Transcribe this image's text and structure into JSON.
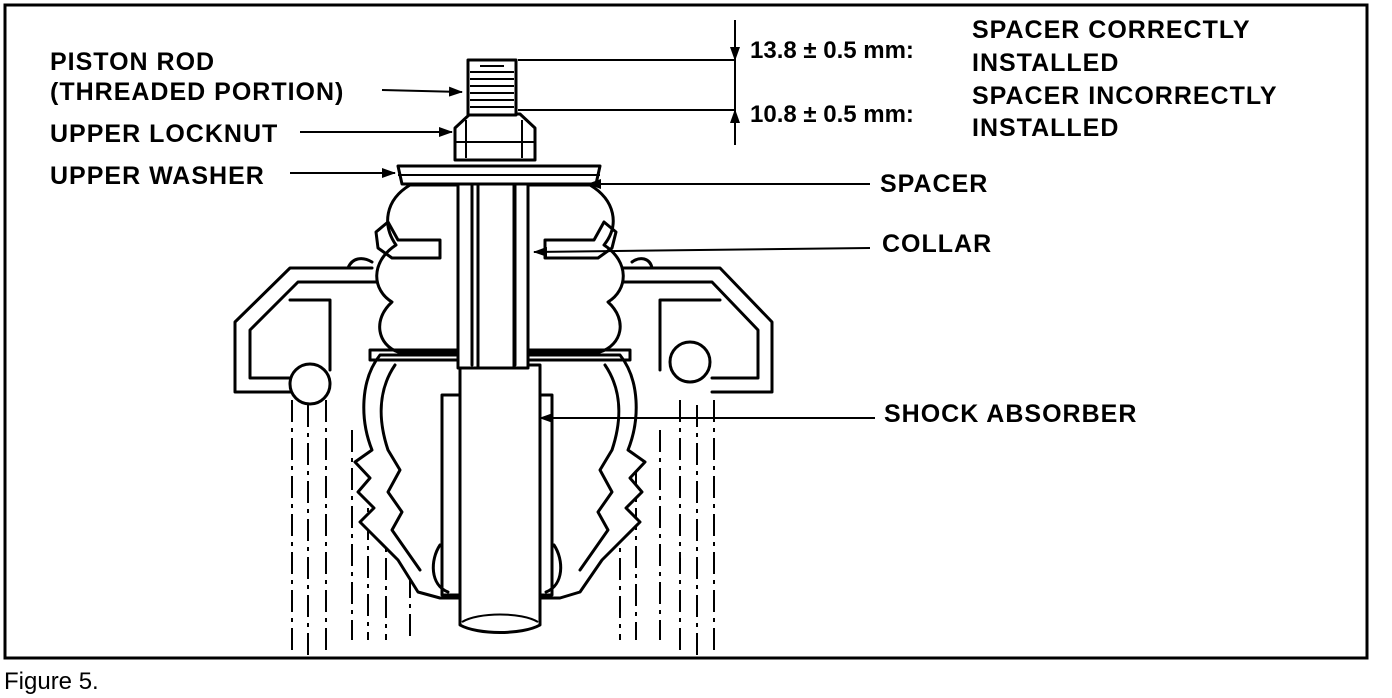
{
  "labels": {
    "piston_rod_line1": "PISTON ROD",
    "piston_rod_line2": "(THREADED PORTION)",
    "upper_locknut": "UPPER LOCKNUT",
    "upper_washer": "UPPER WASHER",
    "spacer": "SPACER",
    "collar": "COLLAR",
    "shock_absorber": "SHOCK ABSORBER"
  },
  "specs": {
    "correct_value": "13.8  ± 0.5 mm:",
    "correct_text_line1": "SPACER CORRECTLY",
    "correct_text_line2": "INSTALLED",
    "incorrect_value": "10.8 ± 0.5 mm:",
    "incorrect_text_line1": "SPACER INCORRECTLY",
    "incorrect_text_line2": "INSTALLED"
  },
  "caption": "Figure 5."
}
